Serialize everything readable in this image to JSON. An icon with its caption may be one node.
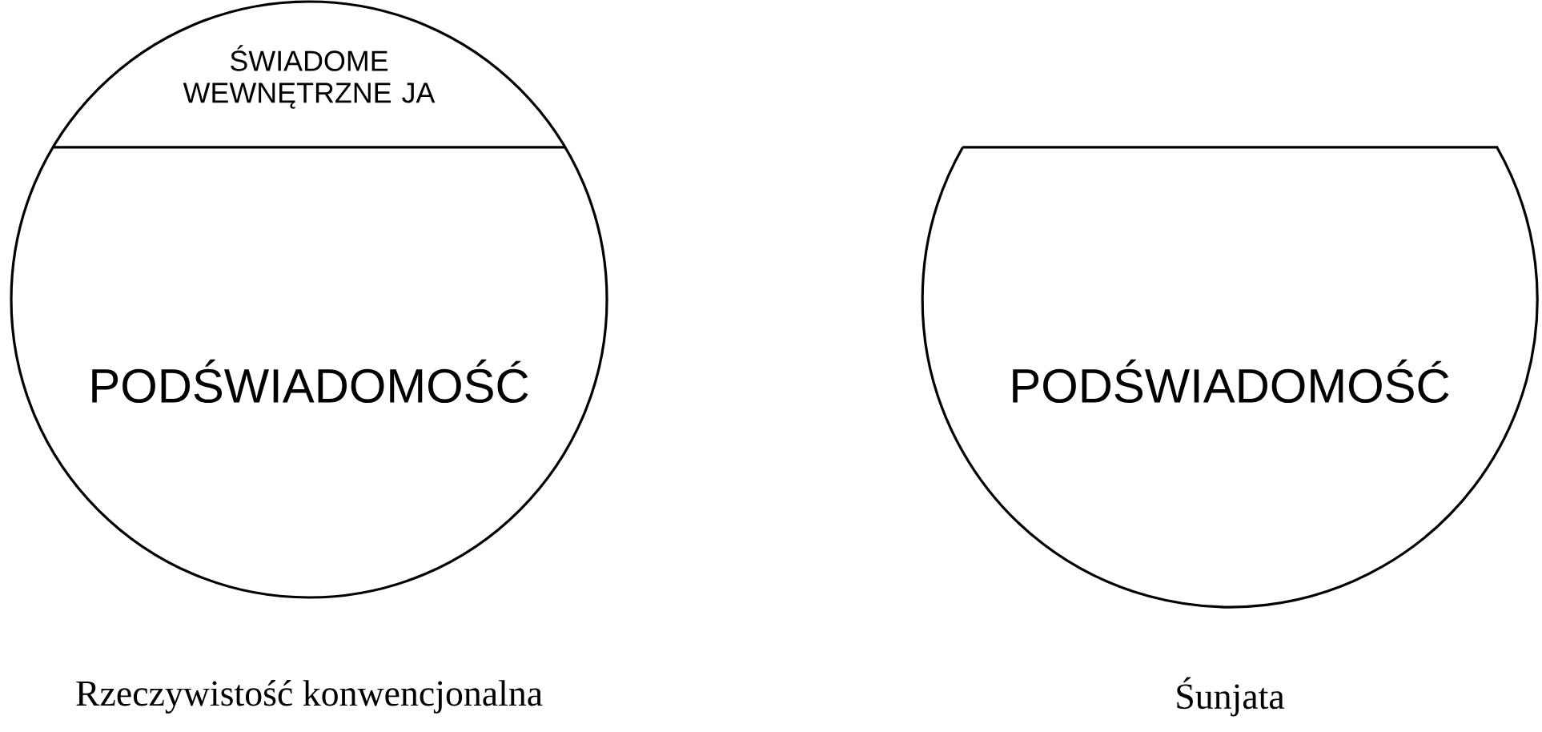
{
  "diagram": {
    "nodes": [
      {
        "text": [
          "ŚWIADOME WEWNĘTRZNE JA",
          "PODŚWIADOMOŚĆ"
        ],
        "beside": [
          "Rzeczywistość konwencjonalna"
        ]
      },
      {
        "text": [
          "PODŚWIADOMOŚĆ"
        ],
        "beside": [
          "Śunjata"
        ]
      }
    ]
  }
}
